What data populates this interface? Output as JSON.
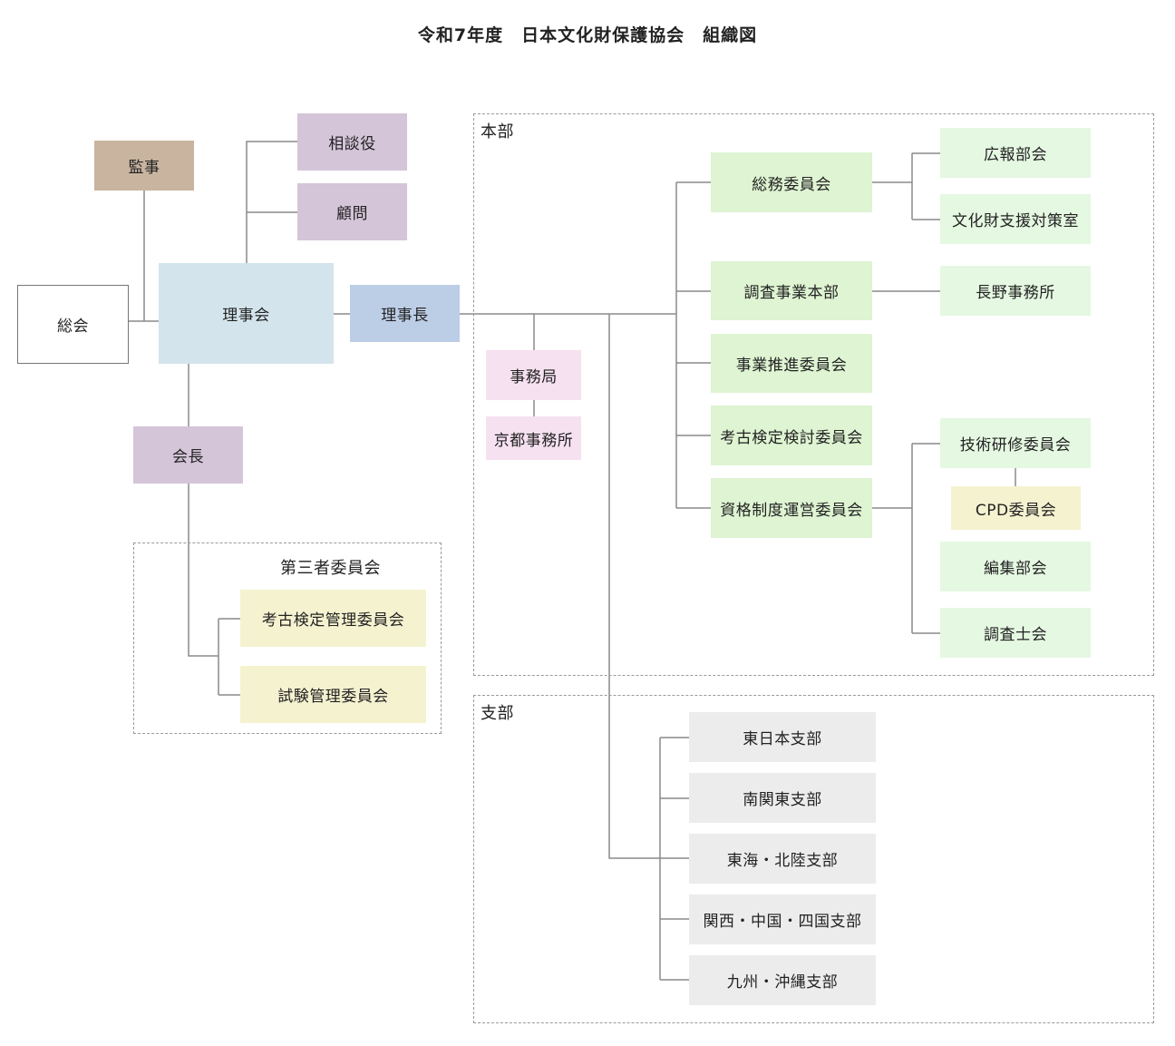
{
  "title": "令和7年度　日本文化財保護協会　組織図",
  "colors": {
    "line": "#8a8a8a",
    "kanji": "#c9b4a0",
    "rijikai": "#d3e4ec",
    "rijicho": "#bccde6",
    "purple": "#d5c5d9",
    "pink": "#f6e1f1",
    "green_dark": "#def4d2",
    "green_light": "#e5f8e2",
    "yellow": "#f5f2d0",
    "gray": "#ececec"
  },
  "nodes": {
    "soukai": "総会",
    "kanji": "監事",
    "rijikai": "理事会",
    "soudanyaku": "相談役",
    "komon": "顧問",
    "rijicho": "理事長",
    "kaicho": "会長",
    "jimukyoku": "事務局",
    "kyoto": "京都事務所"
  },
  "third_party": {
    "label": "第三者委員会",
    "items": [
      "考古検定管理委員会",
      "試験管理委員会"
    ]
  },
  "honbu": {
    "label": "本部",
    "committees": [
      "総務委員会",
      "調査事業本部",
      "事業推進委員会",
      "考古検定検討委員会",
      "資格制度運営委員会"
    ],
    "soumu_sub": [
      "広報部会",
      "文化財支援対策室"
    ],
    "chousa_sub": [
      "長野事務所"
    ],
    "shikaku_sub": [
      "技術研修委員会",
      "CPD委員会",
      "編集部会",
      "調査士会"
    ]
  },
  "shibu": {
    "label": "支部",
    "items": [
      "東日本支部",
      "南関東支部",
      "東海・北陸支部",
      "関西・中国・四国支部",
      "九州・沖縄支部"
    ]
  }
}
